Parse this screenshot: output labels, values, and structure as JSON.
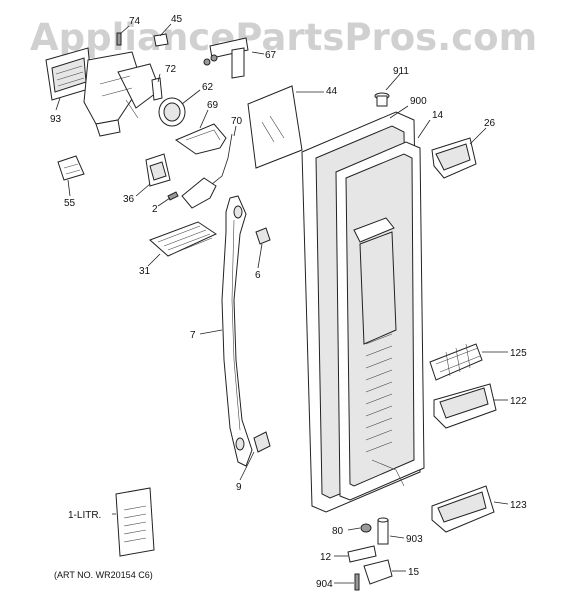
{
  "watermark": "AppliancePartsPros.com",
  "art_number": "(ART NO. WR20154 C6)",
  "callouts": {
    "c74": "74",
    "c45": "45",
    "c67": "67",
    "c72": "72",
    "c62": "62",
    "c93": "93",
    "c69": "69",
    "c70": "70",
    "c44": "44",
    "c911": "911",
    "c900": "900",
    "c14": "14",
    "c26": "26",
    "c55": "55",
    "c36": "36",
    "c2": "2",
    "c6": "6",
    "c31": "31",
    "c7": "7",
    "c125": "125",
    "c122": "122",
    "c9": "9",
    "c123": "123",
    "c1litr": "1-LITR.",
    "c80": "80",
    "c903": "903",
    "c12": "12",
    "c15": "15",
    "c904": "904"
  }
}
